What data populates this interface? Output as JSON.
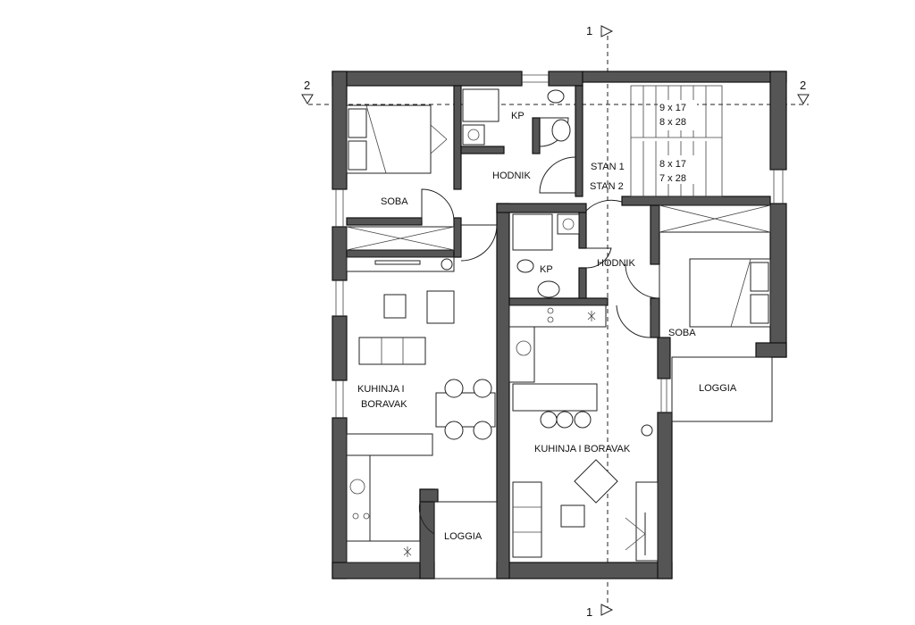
{
  "section_markers": {
    "top_1": "1",
    "bottom_1": "1",
    "left_2": "2",
    "right_2": "2"
  },
  "rooms": {
    "kp_top": "KP",
    "soba_left": "SOBA",
    "hodnik_top": "HODNIK",
    "stan_1": "STAN 1",
    "stan_2": "STAN 2",
    "kp_middle": "KP",
    "hodnik_middle": "HODNIK",
    "soba_right": "SOBA",
    "loggia_right": "LOGGIA",
    "kuhinja_left_line1": "KUHINJA I",
    "kuhinja_left_line2": "BORAVAK",
    "kuhinja_right": "KUHINJA I BORAVAK",
    "loggia_bottom": "LOGGIA"
  },
  "stairs": {
    "upper_1": "9 x 17",
    "upper_2": "8 x 28",
    "lower_1": "8 x 17",
    "lower_2": "7 x 28"
  }
}
